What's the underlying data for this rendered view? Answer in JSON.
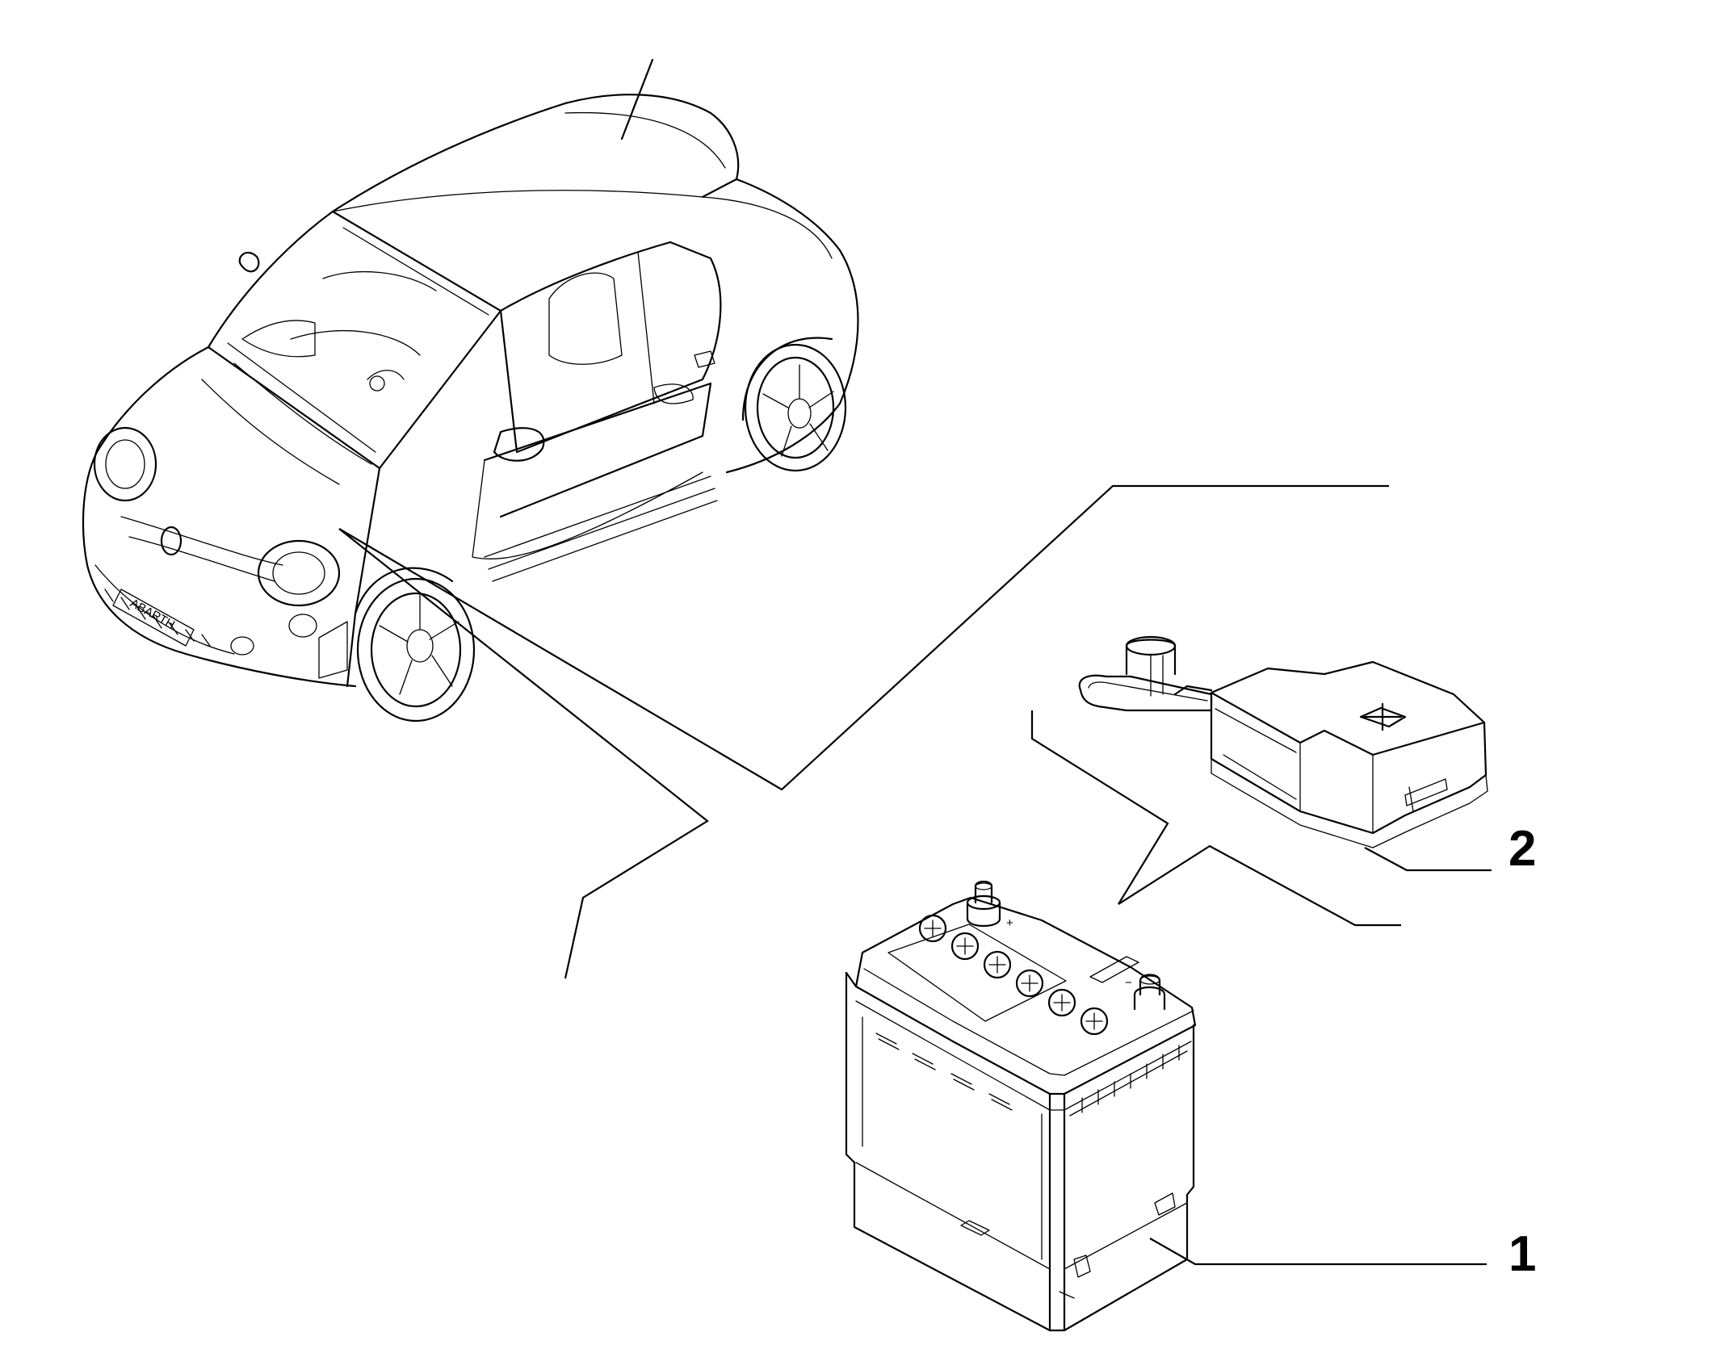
{
  "callouts": [
    {
      "id": "1",
      "label": "1",
      "part": "battery"
    },
    {
      "id": "2",
      "label": "2",
      "part": "terminal-cover"
    }
  ],
  "vehicle": {
    "badge_text": "ABARTH"
  },
  "battery": {
    "positive_symbol": "+",
    "negative_symbol": "−"
  },
  "cover": {
    "symbol": "+"
  },
  "colors": {
    "line": "#000000",
    "background": "#ffffff"
  }
}
